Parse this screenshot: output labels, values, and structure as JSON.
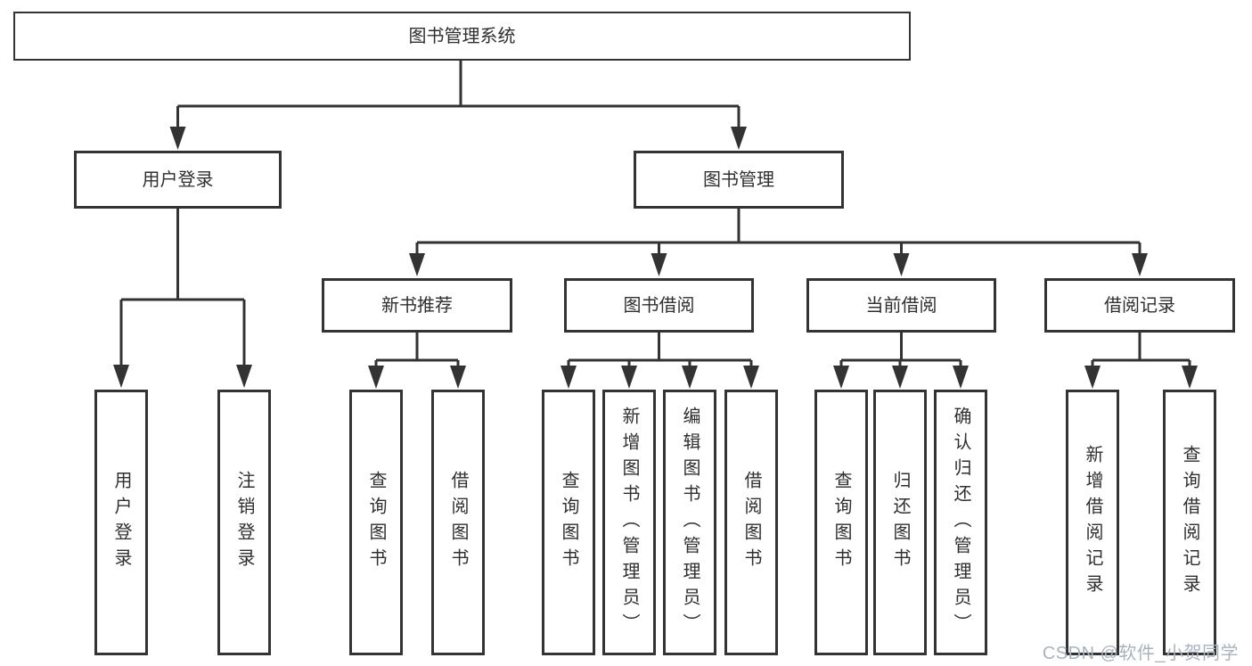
{
  "diagram": {
    "type": "hierarchy-tree",
    "tree": {
      "label": "图书管理系统",
      "children": [
        {
          "label": "用户登录",
          "children": [
            {
              "label": "用户登录"
            },
            {
              "label": "注销登录"
            }
          ]
        },
        {
          "label": "图书管理",
          "children": [
            {
              "label": "新书推荐",
              "children": [
                {
                  "label": "查询图书"
                },
                {
                  "label": "借阅图书"
                }
              ]
            },
            {
              "label": "图书借阅",
              "children": [
                {
                  "label": "查询图书"
                },
                {
                  "label": "新增图书（管理员）"
                },
                {
                  "label": "编辑图书（管理员）"
                },
                {
                  "label": "借阅图书"
                }
              ]
            },
            {
              "label": "当前借阅",
              "children": [
                {
                  "label": "查询图书"
                },
                {
                  "label": "归还图书"
                },
                {
                  "label": "确认归还（管理员）"
                }
              ]
            },
            {
              "label": "借阅记录",
              "children": [
                {
                  "label": "新增借阅记录"
                },
                {
                  "label": "查询借阅记录"
                }
              ]
            }
          ]
        }
      ]
    },
    "colors": {
      "line": "#333333",
      "box_border": "#333333",
      "text": "#2f2f2f",
      "background": "#ffffff"
    }
  },
  "watermark": {
    "text": "CSDN @软件_小贺同学",
    "color": "#a9b3be"
  }
}
